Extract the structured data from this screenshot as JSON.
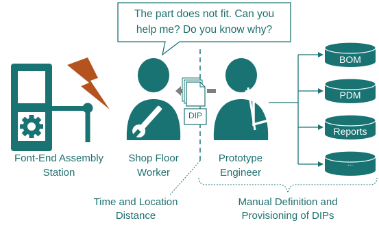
{
  "speech_bubble": {
    "line1": "The part does not fit. Can you",
    "line2": "help me? Do you know why?"
  },
  "document_label": "DIP",
  "actors": [
    {
      "line1": "Font-End Assembly",
      "line2": "Station"
    },
    {
      "line1": "Shop Floor",
      "line2": "Worker"
    },
    {
      "line1": "Prototype",
      "line2": "Engineer"
    }
  ],
  "databases": [
    "BOM",
    "PDM",
    "Reports",
    "..."
  ],
  "captions": {
    "gap": {
      "line1": "Time and Location",
      "line2": "Distance"
    },
    "manual": {
      "line1": "Manual Definition and",
      "line2": "Provisioning of DIPs"
    }
  },
  "colors": {
    "teal": "#1a7373",
    "lightning": "#b5531f",
    "text": "#1f6f6f",
    "arrow": "#7f7f7f"
  }
}
